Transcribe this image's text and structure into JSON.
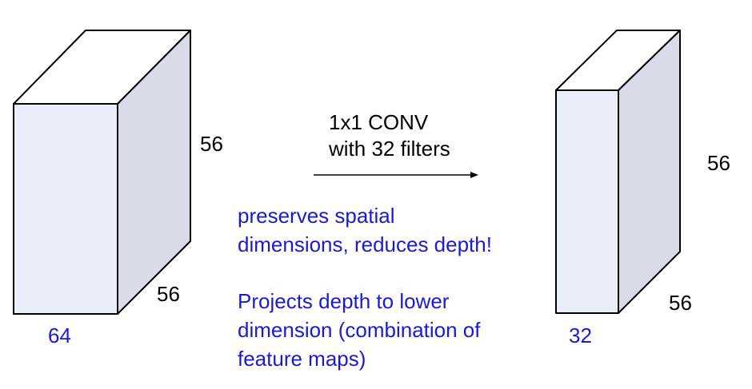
{
  "input_volume": {
    "height_label": "56",
    "width_label": "56",
    "depth_label": "64"
  },
  "operation": {
    "line1": "1x1 CONV",
    "line2": "with 32 filters"
  },
  "notes": {
    "note1_line1": "preserves spatial",
    "note1_line2": "dimensions, reduces depth!",
    "note2_line1": "Projects depth to lower",
    "note2_line2": "dimension (combination of",
    "note2_line3": "feature maps)"
  },
  "output_volume": {
    "height_label": "56",
    "width_label": "56",
    "depth_label": "32"
  },
  "colors": {
    "front_face": "#eaeefb",
    "top_face": "#ffffff",
    "side_face": "#d8dce6",
    "outline": "#000000",
    "text_blue": "#1a1ad6"
  }
}
